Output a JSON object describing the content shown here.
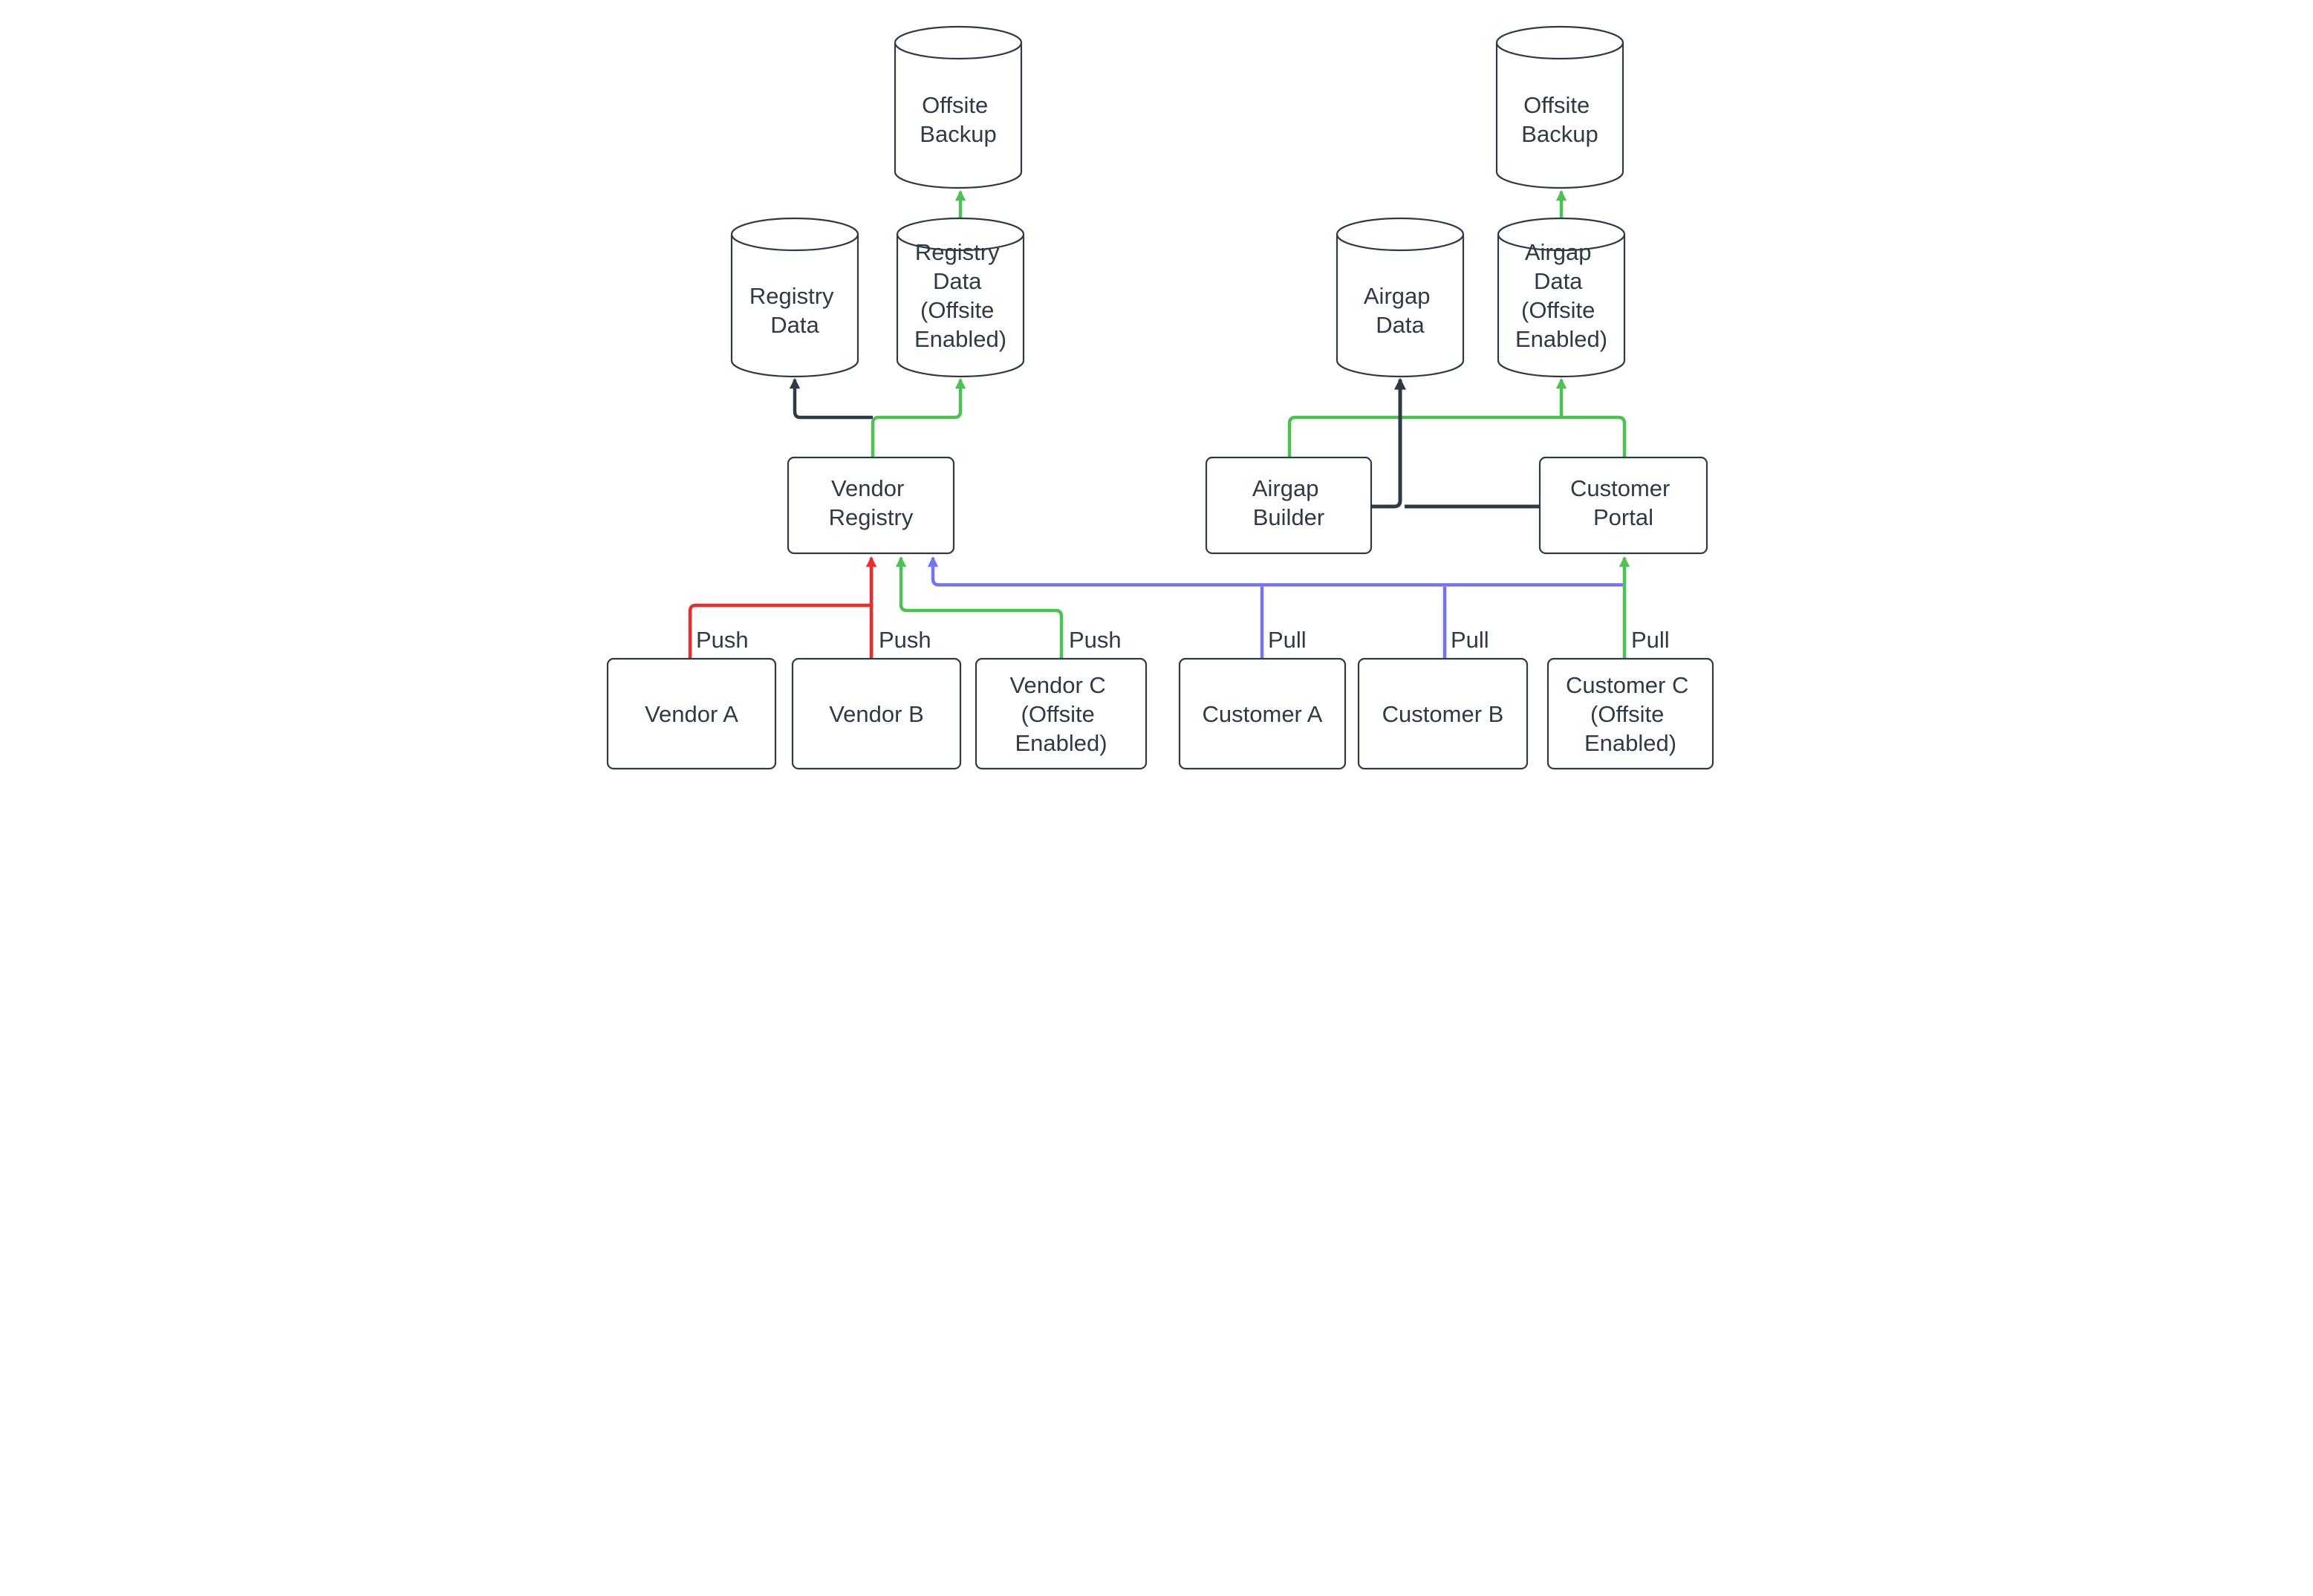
{
  "diagram": {
    "title_hint": "vendor-registry-airgap-architecture-diagram",
    "colors": {
      "dark": "#2e3a45",
      "green": "#4fbf56",
      "red": "#ea2c2c",
      "blue": "#7673f0",
      "text": "#2e3a45",
      "background": "#ffffff"
    },
    "nodes": {
      "offsite_backup_left": {
        "type": "database-cylinder",
        "lines": [
          "Offsite",
          "Backup"
        ]
      },
      "offsite_backup_right": {
        "type": "database-cylinder",
        "lines": [
          "Offsite",
          "Backup"
        ]
      },
      "registry_data": {
        "type": "database-cylinder",
        "lines": [
          "Registry",
          "Data"
        ]
      },
      "registry_data_offsite": {
        "type": "database-cylinder",
        "lines": [
          "Registry",
          "Data",
          "(Offsite",
          "Enabled)"
        ]
      },
      "airgap_data": {
        "type": "database-cylinder",
        "lines": [
          "Airgap",
          "Data"
        ]
      },
      "airgap_data_offsite": {
        "type": "database-cylinder",
        "lines": [
          "Airgap",
          "Data",
          "(Offsite",
          "Enabled)"
        ]
      },
      "vendor_registry": {
        "type": "process-box",
        "lines": [
          "Vendor",
          "Registry"
        ]
      },
      "airgap_builder": {
        "type": "process-box",
        "lines": [
          "Airgap",
          "Builder"
        ]
      },
      "customer_portal": {
        "type": "process-box",
        "lines": [
          "Customer",
          "Portal"
        ]
      },
      "vendor_a": {
        "type": "process-box",
        "lines": [
          "Vendor A"
        ]
      },
      "vendor_b": {
        "type": "process-box",
        "lines": [
          "Vendor B"
        ]
      },
      "vendor_c": {
        "type": "process-box",
        "lines": [
          "Vendor C",
          "(Offsite",
          "Enabled)"
        ]
      },
      "customer_a": {
        "type": "process-box",
        "lines": [
          "Customer A"
        ]
      },
      "customer_b": {
        "type": "process-box",
        "lines": [
          "Customer B"
        ]
      },
      "customer_c": {
        "type": "process-box",
        "lines": [
          "Customer C",
          "(Offsite",
          "Enabled)"
        ]
      }
    },
    "edge_labels": {
      "push_a": "Push",
      "push_b": "Push",
      "push_c": "Push",
      "pull_a": "Pull",
      "pull_b": "Pull",
      "pull_c": "Pull"
    }
  }
}
